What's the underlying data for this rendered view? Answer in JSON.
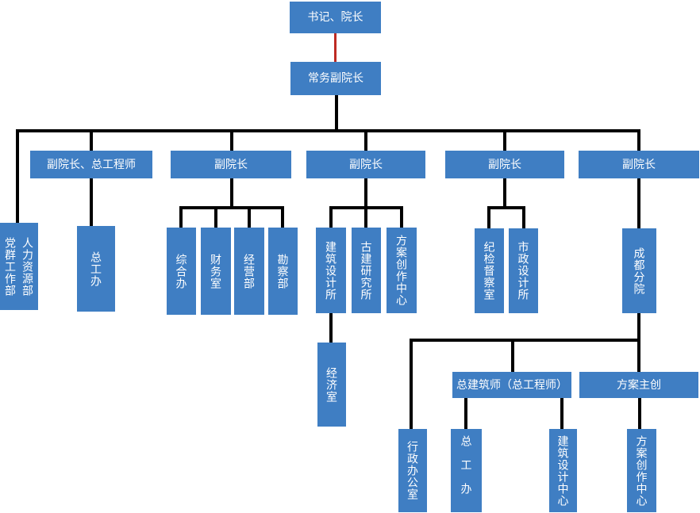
{
  "diagram": {
    "type": "org-chart",
    "colors": {
      "box_fill": "#3F7EC3",
      "box_text": "#FFFFFF",
      "connector": "#000000",
      "top_connector": "#BE2B23",
      "background": "#FFFFFF"
    },
    "nodes": {
      "chairman": "书记、院长",
      "exec_vp": "常务副院长",
      "vp1": "副院长、总工程师",
      "vp2": "副院长",
      "vp3": "副院长",
      "vp4": "副院长",
      "vp5": "副院长",
      "hr_party": "人力资源部\n党群工作部",
      "chief_eng_office": "总工办",
      "general_office": "综合办",
      "finance_office": "财务室",
      "business_dept": "经营部",
      "survey_dept": "勘察部",
      "arch_design_inst": "建筑设计所",
      "ancient_arch_inst": "古建研究所",
      "scheme_creation_center": "方案创作中心",
      "economy_office": "经济室",
      "discipline_office": "纪检督察室",
      "municipal_design_inst": "市政设计所",
      "chengdu_branch": "成都分院",
      "chief_architect": "总建筑师（总工程师）",
      "scheme_lead": "方案主创",
      "admin_office": "行政办公室",
      "chief_eng_office2": "总工办",
      "arch_design_center": "建筑设计中心",
      "scheme_creation_center2": "方案创作中心"
    }
  }
}
